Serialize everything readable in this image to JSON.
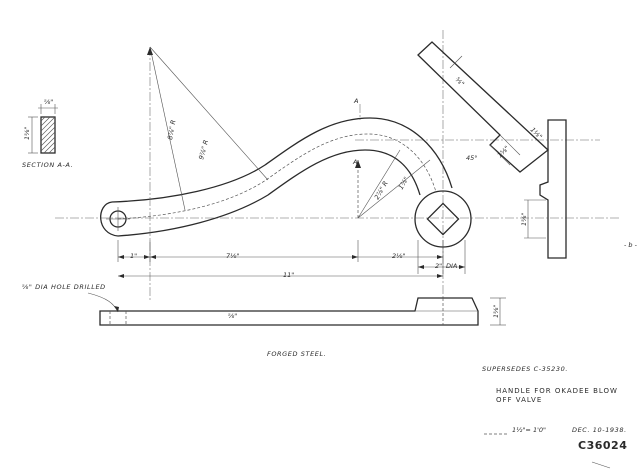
{
  "notes": {
    "section": "SECTION A-A.",
    "hole": "⅝\" DIA HOLE DRILLED",
    "material": "FORGED STEEL.",
    "section_mark": "A",
    "dia": "DIA"
  },
  "dims": {
    "d_one": "1\"",
    "d_seven": "7⅛\"",
    "d_two_half": "2⅛\"",
    "d_eleven": "11\"",
    "d_two": "2\"",
    "sec_width": "⅝\"",
    "sec_height": "1⅝\"",
    "rad_1": "8⅞\" R",
    "rad_2": "9⅞\" R",
    "rad_3": "2⅞\" R",
    "rad_4": "1⅞\"",
    "angle": "45°",
    "flat_thk": "⅝\"",
    "hub_h": "1⅝\"",
    "hub_w": "1⅛\""
  },
  "title_block": {
    "supersedes": "SUPERSEDES  C-35230.",
    "title_line1": "HANDLE FOR OKADEE BLOW",
    "title_line2": "OFF VALVE",
    "scale": "1½\"= 1'0\"",
    "date": "DEC. 10-1938.",
    "drawing_no": "C36024"
  }
}
